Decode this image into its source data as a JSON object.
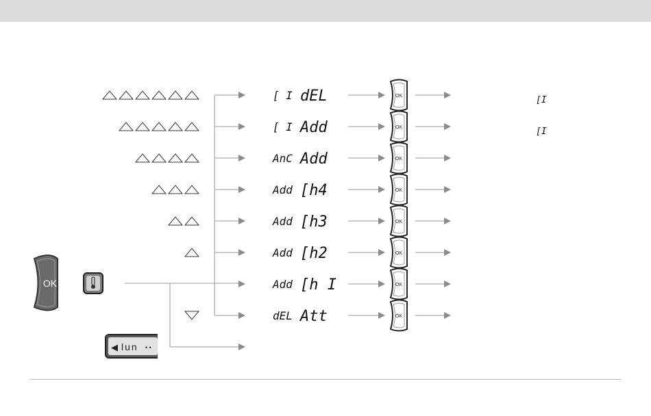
{
  "rows": [
    {
      "triangles": 6,
      "direction": "up",
      "code": "[ I",
      "function": "dEL",
      "right_code": "[I"
    },
    {
      "triangles": 5,
      "direction": "up",
      "code": "[ I",
      "function": "Add",
      "right_code": "[I"
    },
    {
      "triangles": 4,
      "direction": "up",
      "code": "AnC",
      "function": "Add",
      "right_code": ""
    },
    {
      "triangles": 3,
      "direction": "up",
      "code": "Add",
      "function": "[h4",
      "right_code": ""
    },
    {
      "triangles": 2,
      "direction": "up",
      "code": "Add",
      "function": "[h3",
      "right_code": ""
    },
    {
      "triangles": 1,
      "direction": "up",
      "code": "Add",
      "function": "[h2",
      "right_code": ""
    },
    {
      "triangles": 0,
      "direction": "none",
      "code": "Add",
      "function": "[h I",
      "right_code": ""
    },
    {
      "triangles": 1,
      "direction": "down",
      "code": "dEL",
      "function": "Att",
      "right_code": ""
    }
  ],
  "ok_button_label": "OK",
  "small_ok_label": "OK",
  "thermometer_icon": "thermometer-icon",
  "lun_display": {
    "arrow": "◀",
    "text": "lun",
    "dots": "• •"
  },
  "colors": {
    "arrow": "#8c8c8c",
    "line": "#9a9a9a",
    "ok_button_fill": "#6a6a6a",
    "top_bar": "#dcdcdc"
  }
}
